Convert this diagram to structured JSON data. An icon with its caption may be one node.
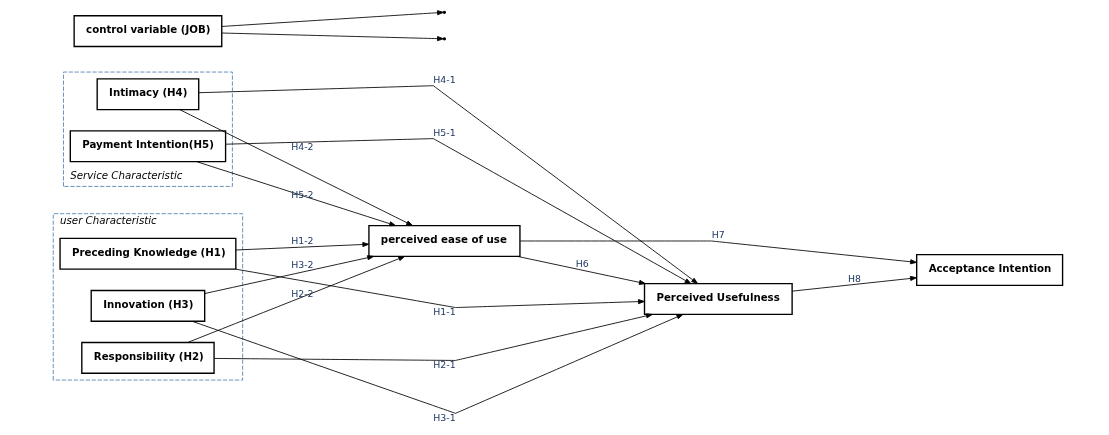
{
  "diagram": {
    "nodes": [
      {
        "text": [
          "user Characteristic"
        ]
      },
      {
        "text": [
          "Preceding Knowledge (H1)"
        ],
        "in": 0
      },
      {
        "text": [
          "Responsibility (H2)"
        ],
        "in": 0
      },
      {
        "text": [
          "Innovation (H3)"
        ],
        "in": 0
      },
      {
        "text": [
          "Service Characteristic"
        ]
      },
      {
        "text": [
          "Intimacy (H4)"
        ],
        "in": 4
      },
      {
        "text": [
          "Payment Intention(H5)"
        ],
        "in": 4
      },
      {
        "text": [
          "Perceived Usefulness"
        ]
      },
      {
        "text": [
          "perceived ease of use"
        ]
      },
      {
        "text": [
          "Acceptance Intention"
        ]
      },
      {
        "text": [
          "control variable (JOB)"
        ]
      }
    ],
    "edges": [
      {
        "from": 1,
        "to": 7,
        "arrow": "to",
        "label": "H1-1"
      },
      {
        "from": 1,
        "to": 8,
        "arrow": "to",
        "label": "H1-2"
      },
      {
        "from": 2,
        "to": 7,
        "arrow": "to",
        "label": "H2-1"
      },
      {
        "from": 2,
        "to": 8,
        "arrow": "to",
        "label": "H2-2"
      },
      {
        "from": 3,
        "to": 7,
        "arrow": "to",
        "label": "H3-1"
      },
      {
        "from": 3,
        "to": 8,
        "arrow": "to",
        "label": "H3-2"
      },
      {
        "from": 5,
        "to": 7,
        "arrow": "to",
        "label": "H4-1"
      },
      {
        "from": 5,
        "to": 8,
        "arrow": "to",
        "label": "H4-2"
      },
      {
        "from": 6,
        "to": 7,
        "arrow": "to",
        "label": "H5-1"
      },
      {
        "from": 6,
        "to": 8,
        "arrow": "to",
        "label": "H5-2"
      },
      {
        "from": 8,
        "to": 7,
        "arrow": "to",
        "label": "H6"
      },
      {
        "from": 8,
        "to": 9,
        "arrow": "to",
        "label": "H7"
      },
      {
        "from": 7,
        "to": 9,
        "arrow": "to",
        "label": "H8"
      },
      {
        "from": 10,
        "to": null,
        "arrow": "to"
      },
      {
        "from": 10,
        "to": null,
        "arrow": "to"
      }
    ]
  }
}
